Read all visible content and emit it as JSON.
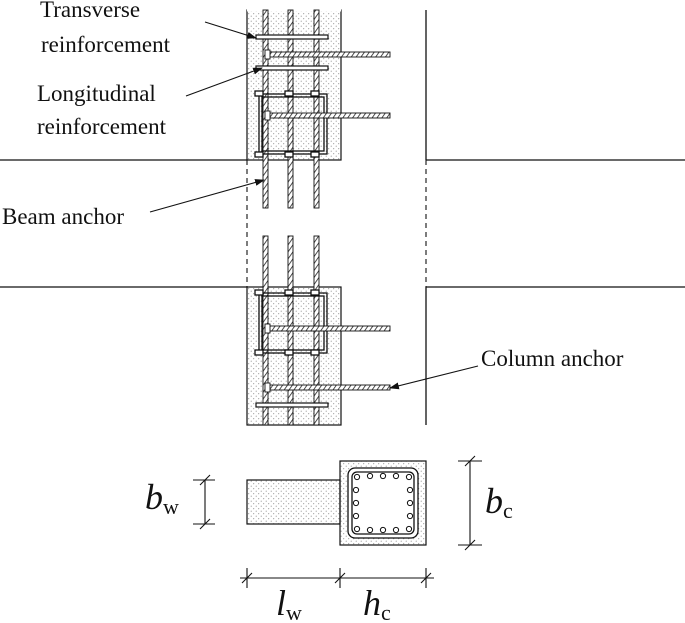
{
  "labels": {
    "transverse_line1": "Transverse",
    "transverse_line2": "reinforcement",
    "longitudinal_line1": "Longitudinal",
    "longitudinal_line2": "reinforcement",
    "beam_anchor": "Beam anchor",
    "column_anchor": "Column anchor"
  },
  "dimensions": {
    "bw_symbol": "b",
    "bw_subscript": "w",
    "bc_symbol": "b",
    "bc_subscript": "c",
    "lw_symbol": "l",
    "lw_subscript": "w",
    "hc_symbol": "h",
    "hc_subscript": "c"
  }
}
